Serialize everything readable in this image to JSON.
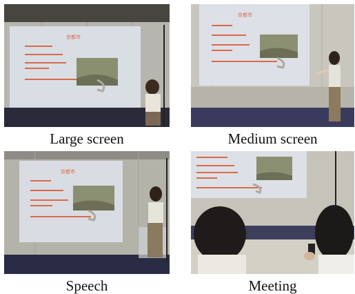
{
  "panels": [
    {
      "caption": "Large screen",
      "slide_title": "京都市"
    },
    {
      "caption": "Medium screen",
      "slide_title": "京都市"
    },
    {
      "caption": "Speech",
      "slide_title": "京都市"
    },
    {
      "caption": "Meeting",
      "slide_title": ""
    }
  ],
  "colors": {
    "wall": "#b9b8b0",
    "screen": "#d7dce3",
    "slide_text": "#d86a4a",
    "floor": "#3a3a5a"
  }
}
